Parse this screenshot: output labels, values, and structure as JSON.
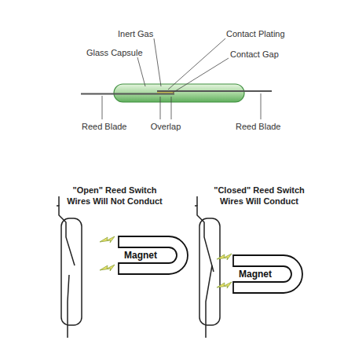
{
  "diagram": {
    "nodes": [
      {
        "text": [
          "Magnet"
        ]
      },
      {
        "text": [
          "Magnet"
        ]
      }
    ],
    "labels": [
      "Inert Gas",
      "Glass Capsule",
      "Contact Plating",
      "Contact Gap",
      "Reed Blade",
      "Overlap",
      "Reed Blade",
      "\"Open\" Reed Switch",
      "Wires Will Not Conduct",
      "\"Closed\" Reed Switch",
      "Wires Will Conduct"
    ]
  }
}
